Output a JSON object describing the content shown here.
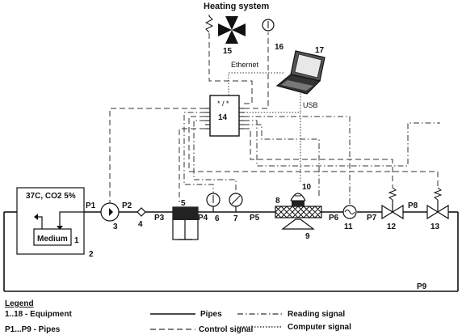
{
  "title": "Heating system",
  "incubator_label": "37C, CO2 5%",
  "medium_label": "Medium",
  "equipment_numbers": {
    "n1": "1",
    "n2": "2",
    "n3": "3",
    "n4": "4",
    "n5": "5",
    "n6": "6",
    "n7": "7",
    "n8": "8",
    "n9": "9",
    "n10": "10",
    "n11": "11",
    "n12": "12",
    "n13": "13",
    "n14": "14",
    "n15": "15",
    "n16": "16",
    "n17": "17"
  },
  "controller_symbol": "* / *",
  "pipes": {
    "p1": "P1",
    "p2": "P2",
    "p3": "P3",
    "p4": "P4",
    "p5": "P5",
    "p6": "P6",
    "p7": "P7",
    "p8": "P8",
    "p9": "P9"
  },
  "links": {
    "ethernet": "Ethernet",
    "usb": "USB"
  },
  "legend": {
    "heading": "Legend",
    "equipment": "1..18 - Equipment",
    "pipes_range": "P1...P9 - Pipes",
    "pipes": "Pipes",
    "control": "Control signal",
    "reading": "Reading signal",
    "computer": "Computer signal"
  }
}
